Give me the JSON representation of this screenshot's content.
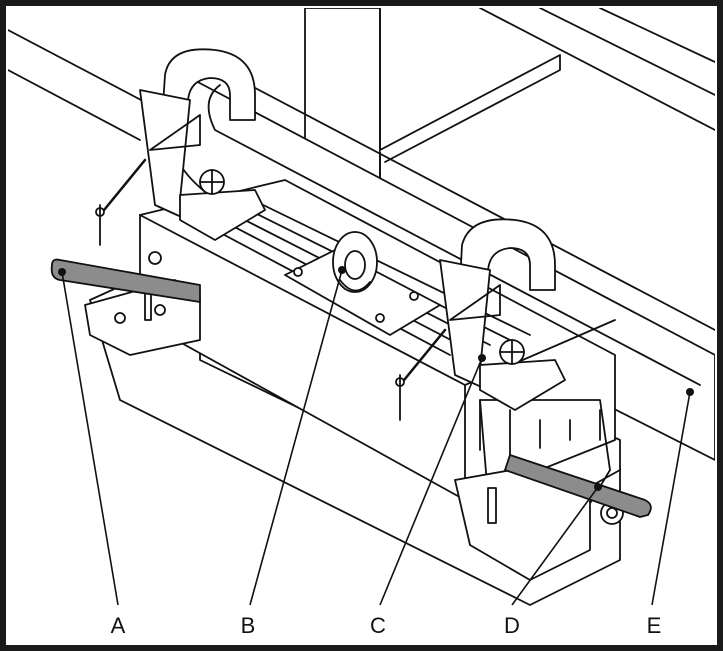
{
  "figure": {
    "callouts": [
      {
        "id": "A",
        "label": "A"
      },
      {
        "id": "B",
        "label": "B"
      },
      {
        "id": "C",
        "label": "C"
      },
      {
        "id": "D",
        "label": "D"
      },
      {
        "id": "E",
        "label": "E"
      }
    ]
  },
  "colors": {
    "ink": "#111111",
    "fill": "#ffffff",
    "hose": "#8c8c8c",
    "frame": "#1a1a1a"
  }
}
